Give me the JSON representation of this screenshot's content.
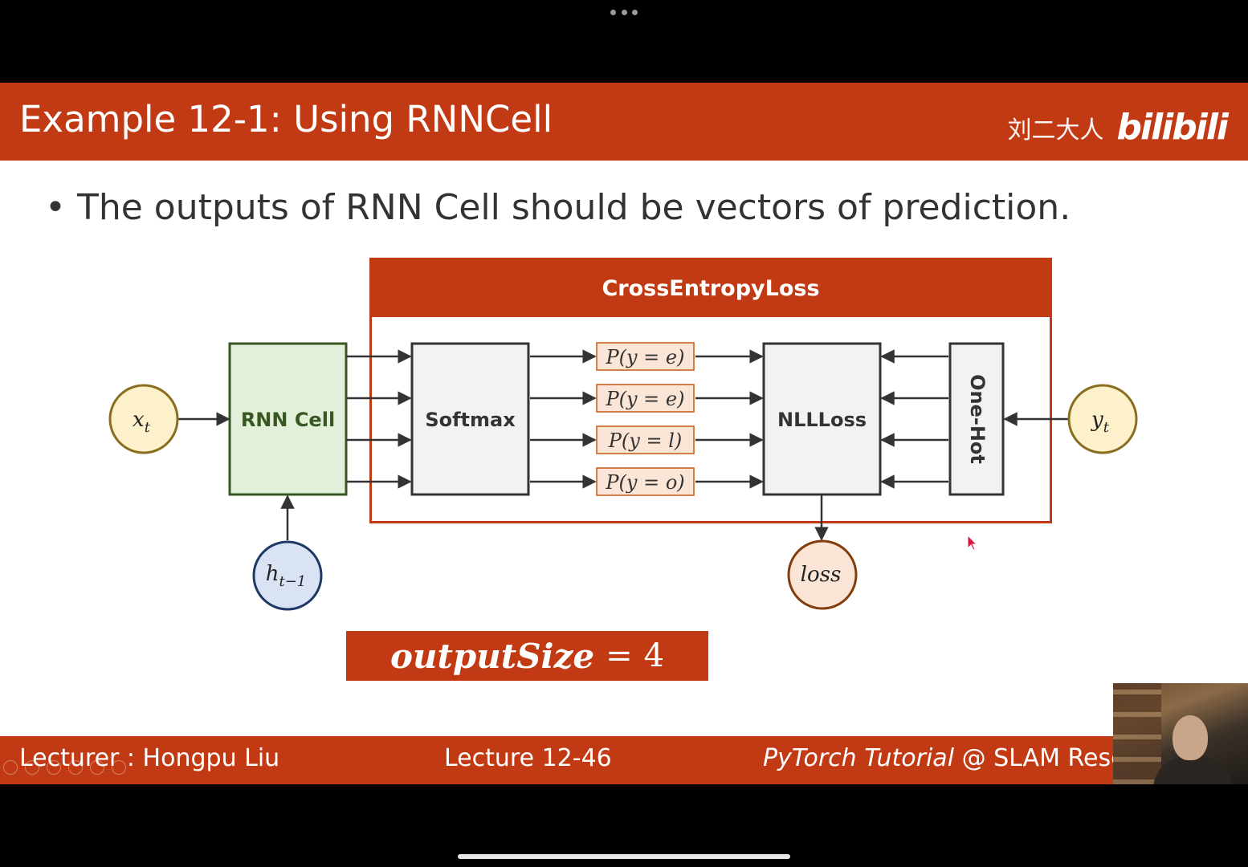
{
  "slide": {
    "title": "Example 12-1: Using RNNCell",
    "watermark_author": "刘二大人",
    "watermark_logo": "bilibili",
    "bullet": "The outputs of RNN Cell should be vectors of prediction."
  },
  "diagram": {
    "container_label": "CrossEntropyLoss",
    "input_node": "x",
    "input_sub": "t",
    "hidden_node": "h",
    "hidden_sub": "t−1",
    "target_node": "y",
    "target_sub": "t",
    "rnn_cell": "RNN Cell",
    "softmax": "Softmax",
    "nllloss": "NLLLoss",
    "onehot": "One-Hot",
    "loss_node": "loss",
    "probabilities": [
      "P(y = e)",
      "P(y = e)",
      "P(y = l)",
      "P(y = o)"
    ]
  },
  "output_size": {
    "label": "outputSize",
    "equals": "=",
    "value": "4"
  },
  "footer": {
    "lecturer": "Lecturer : Hongpu Liu",
    "lecture": "Lecture 12-46",
    "series_italic": "PyTorch Tutorial",
    "series_rest": " @ SLAM Resea"
  },
  "colors": {
    "accent": "#c23a13",
    "rnn_fill": "#e2efd9",
    "rnn_border": "#385723",
    "node_fill": "#fdf1cc",
    "node_border": "#8a6d1e",
    "hidden_fill": "#dae3f3",
    "hidden_border": "#1f3864",
    "loss_fill": "#fbe5d6",
    "loss_border": "#843c0c",
    "prob_fill": "#fbe5d6",
    "box_fill": "#f2f2f2"
  }
}
